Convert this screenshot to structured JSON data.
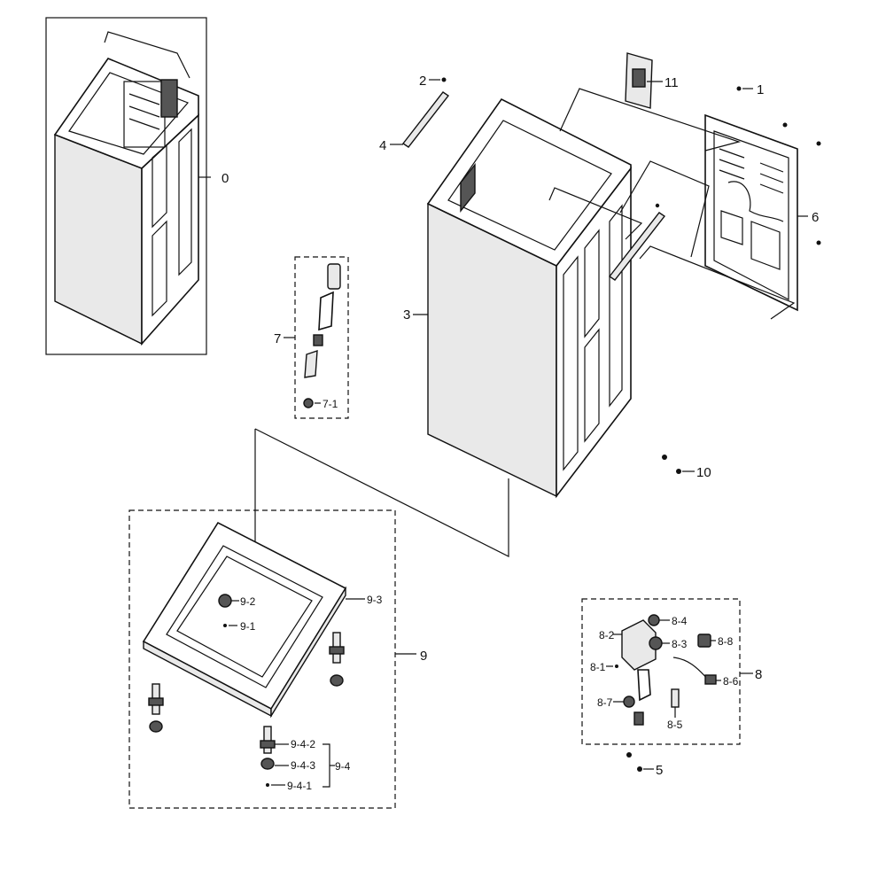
{
  "callouts": {
    "c0": "0",
    "c1": "1",
    "c2": "2",
    "c3": "3",
    "c4": "4",
    "c5": "5",
    "c6": "6",
    "c7": "7",
    "c7_1": "7-1",
    "c8": "8",
    "c8_1": "8-1",
    "c8_2": "8-2",
    "c8_3": "8-3",
    "c8_4": "8-4",
    "c8_5": "8-5",
    "c8_6": "8-6",
    "c8_7": "8-7",
    "c8_8": "8-8",
    "c9": "9",
    "c9_1": "9-1",
    "c9_2": "9-2",
    "c9_3": "9-3",
    "c9_4": "9-4",
    "c9_4_1": "9-4-1",
    "c9_4_2": "9-4-2",
    "c9_4_3": "9-4-3",
    "c10": "10",
    "c11": "11"
  }
}
